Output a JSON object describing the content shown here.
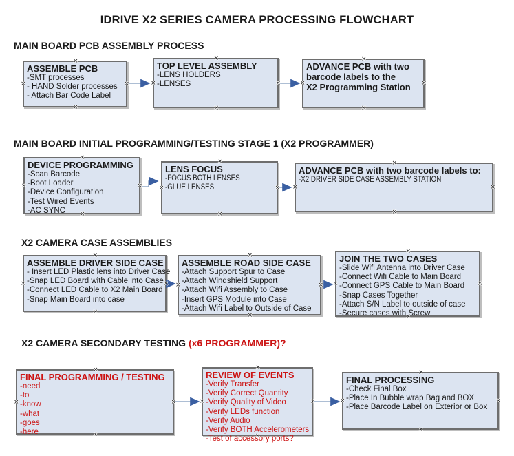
{
  "title": "IDRIVE X2  SERIES CAMERA PROCESSING FLOWCHART",
  "colors": {
    "box_fill": "#dce4f1",
    "box_border": "#6e6e6e",
    "red_text": "#cc1414",
    "arrow_line": "#92a8c6",
    "arrow_head": "#3a5fa2"
  },
  "icons": {
    "connection_marker": "×"
  },
  "sections": [
    {
      "header": "MAIN BOARD PCB ASSEMBLY PROCESS",
      "boxes": [
        {
          "title": "ASSEMBLE PCB",
          "lines": [
            "-SMT processes",
            "- HAND Solder processes",
            "- Attach Bar Code Label"
          ]
        },
        {
          "title": "TOP LEVEL ASSEMBLY",
          "lines": [
            "-LENS HOLDERS",
            "-LENSES"
          ]
        },
        {
          "title": "ADVANCE PCB with two",
          "lines": [
            "barcode labels to the",
            " X2 Programming Station"
          ]
        }
      ]
    },
    {
      "header": "MAIN BOARD INITIAL PROGRAMMING/TESTING STAGE 1 (X2 PROGRAMMER)",
      "boxes": [
        {
          "title": "DEVICE PROGRAMMING",
          "lines": [
            "-Scan Barcode",
            "-Boot Loader",
            "-Device Configuration",
            "-Test Wired Events",
            "-AC SYNC"
          ]
        },
        {
          "title": "LENS FOCUS",
          "lines": [
            "-FOCUS BOTH LENSES",
            "-GLUE LENSES"
          ]
        },
        {
          "title": "ADVANCE PCB with two barcode labels to:",
          "lines": [
            "-X2 DRIVER  SIDE  CASE  ASSEMBLY STATION"
          ]
        }
      ]
    },
    {
      "header": "X2 CAMERA CASE ASSEMBLIES",
      "boxes": [
        {
          "title": "ASSEMBLE DRIVER SIDE CASE",
          "lines": [
            "- Insert LED Plastic lens into Driver Case",
            "-Snap LED Board with Cable into Case",
            "-Connect LED Cable to X2 Main Board",
            "-Snap Main Board into case"
          ]
        },
        {
          "title": "ASSEMBLE ROAD SIDE CASE",
          "lines": [
            "-Attach Support Spur to Case",
            "-Attach Windshield Support",
            "-Attach Wifi Assembly to Case",
            "-Insert GPS Module into Case",
            "-Attach Wifi Label to Outside of Case"
          ]
        },
        {
          "title": "JOIN THE TWO CASES",
          "lines": [
            "-Slide Wifi Antenna into Driver Case",
            "-Connect Wifi Cable to Main Board",
            "-Connect GPS Cable to Main Board",
            "-Snap Cases Together",
            "-Attach S/N Label to outside of case",
            "-Secure cases with Screw"
          ]
        }
      ]
    },
    {
      "header": "X2 CAMERA SECONDARY TESTING ",
      "header_red": "(x6 PROGRAMMER)?",
      "boxes": [
        {
          "title": "FINAL PROGRAMMING / TESTING",
          "lines": [
            "-need",
            "-to",
            "-know",
            "-what",
            "-goes",
            "-here"
          ]
        },
        {
          "title": "REVIEW OF EVENTS",
          "lines": [
            "-Verify Transfer",
            "-Verify Correct Quantity",
            "-Verify Quality of Video",
            "-Verify LEDs function",
            "-Verify Audio",
            "-Verify BOTH Accelerometers",
            "-Test of accessory ports?"
          ]
        },
        {
          "title": "FINAL PROCESSING",
          "lines": [
            " -Check Final Box",
            "-Place In Bubble wrap Bag and BOX",
            "-Place Barcode Label on Exterior or Box"
          ]
        }
      ]
    }
  ]
}
